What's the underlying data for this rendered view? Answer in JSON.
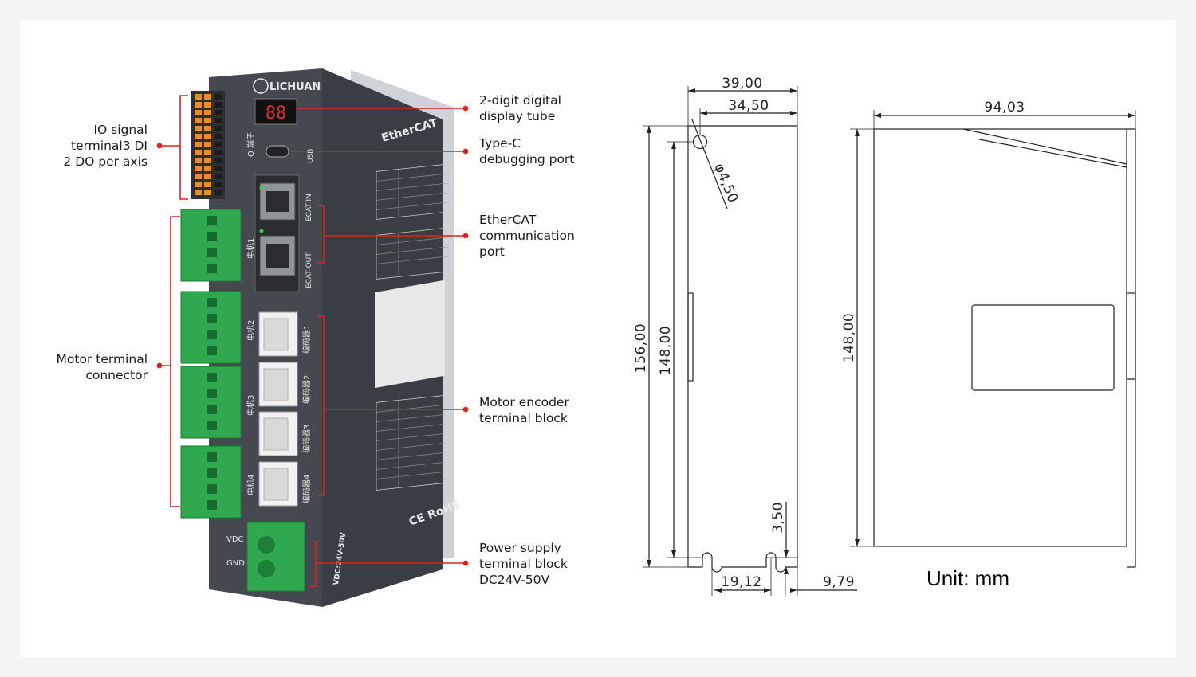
{
  "brand": "LiCHUAN",
  "device": {
    "display_digits": "88",
    "io_label": "IO 端子",
    "usb_label": "USB",
    "ecat_in_label": "ECAT-IN",
    "ecat_out_label": "ECAT-OUT",
    "ethercat_logo": "EtherCAT",
    "motor_labels": [
      "电机1",
      "电机2",
      "电机3",
      "电机4"
    ],
    "encoder_labels": [
      "编码器1",
      "编码器2",
      "编码器3",
      "编码器4"
    ],
    "vdc_label": "VDC",
    "gnd_label": "GND",
    "vdc_range_label": "VDC:24V-50V",
    "cert_label": "CE RoHS"
  },
  "callouts": {
    "io_signal": [
      "IO signal",
      "terminal3 DI",
      "2 DO per axis"
    ],
    "motor_terminal": [
      "Motor terminal",
      "connector"
    ],
    "display_tube": [
      "2-digit digital",
      "display tube"
    ],
    "typec": [
      "Type-C",
      "debugging port"
    ],
    "ethercat": [
      "EtherCAT",
      "communication",
      "port"
    ],
    "encoder": [
      "Motor encoder",
      "terminal block"
    ],
    "power": [
      "Power supply",
      "terminal block",
      "DC24V-50V"
    ]
  },
  "dimensions": {
    "width_total": "39,00",
    "width_inner": "34,50",
    "hole_diameter": "φ4,50",
    "height_total": "156,00",
    "height_inner": "148,00",
    "slot_offset": "3,50",
    "slot_spacing": "19,12",
    "slot_edge": "9,79",
    "depth": "94,03",
    "side_height": "148,00"
  },
  "unit_label": "Unit: mm",
  "colors": {
    "callout_red": "#e02020",
    "housing": "#3e4147",
    "terminal_green": "#2fa84f",
    "io_orange": "#f08a24"
  }
}
